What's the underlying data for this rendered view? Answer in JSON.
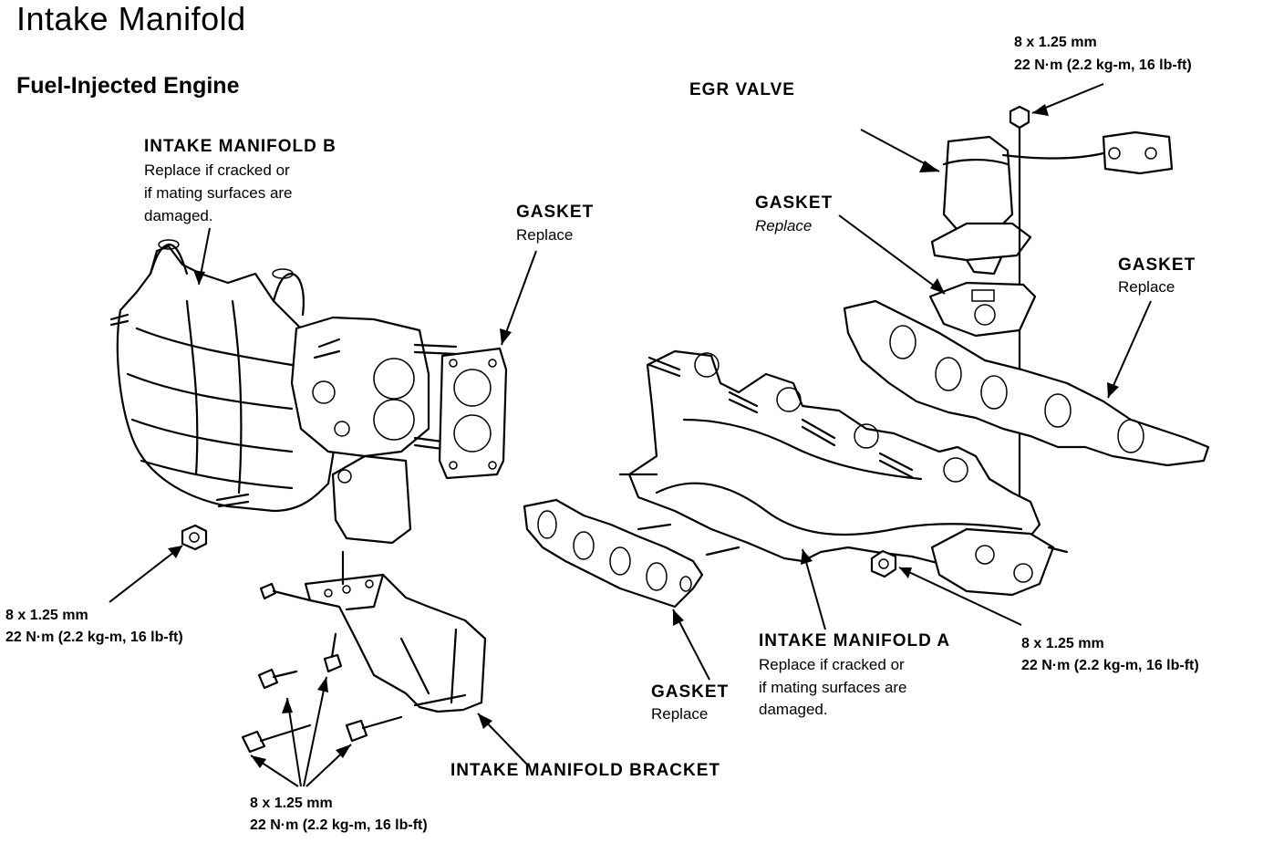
{
  "header": {
    "title": "Intake Manifold",
    "subtitle": "Fuel-Injected Engine"
  },
  "labels": {
    "intake_manifold_b": {
      "name": "INTAKE MANIFOLD B",
      "note_line1": "Replace if cracked or",
      "note_line2": "if mating surfaces are",
      "note_line3": "damaged."
    },
    "gasket_throttle": {
      "name": "GASKET",
      "note": "Replace"
    },
    "egr_valve": {
      "name": "EGR VALVE"
    },
    "gasket_egr": {
      "name": "GASKET",
      "note": "Replace"
    },
    "gasket_exhaust": {
      "name": "GASKET",
      "note": "Replace"
    },
    "intake_manifold_a": {
      "name": "INTAKE MANIFOLD A",
      "note_line1": "Replace if cracked or",
      "note_line2": "if mating surfaces are",
      "note_line3": "damaged."
    },
    "gasket_lower": {
      "name": "GASKET",
      "note": "Replace"
    },
    "intake_manifold_bracket": {
      "name": "INTAKE MANIFOLD BRACKET"
    }
  },
  "torque_specs": {
    "egr_top": {
      "size": "8 x 1.25 mm",
      "torque": "22 N·m (2.2 kg-m, 16 lb-ft)"
    },
    "manifold_b_nut": {
      "size": "8 x 1.25 mm",
      "torque": "22 N·m (2.2 kg-m, 16 lb-ft)"
    },
    "manifold_a_nut": {
      "size": "8 x 1.25 mm",
      "torque": "22 N·m (2.2 kg-m, 16 lb-ft)"
    },
    "bracket_bolts": {
      "size": "8 x 1.25 mm",
      "torque": "22 N·m (2.2 kg-m, 16 lb-ft)"
    }
  }
}
